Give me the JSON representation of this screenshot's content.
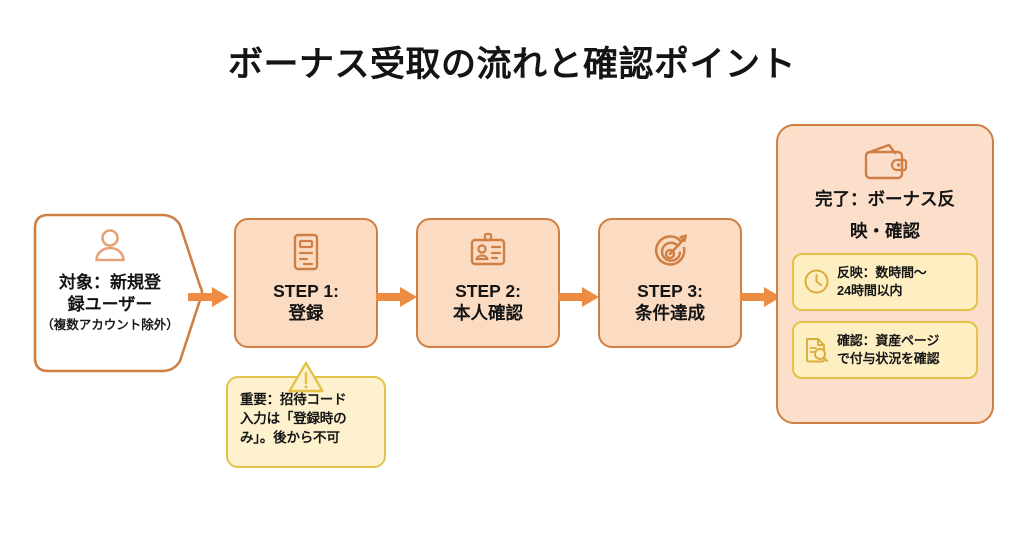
{
  "title": "ボーナス受取の流れと確認ポイント",
  "colors": {
    "peach_fill": "#fbdcc3",
    "peach_fill_light": "#fbdfcb",
    "orange_border": "#cf7f44",
    "arrow_orange": "#ed8c43",
    "yellow_fill": "#fdefc2",
    "yellow_border": "#e4c24a",
    "text": "#141414",
    "background": "#ffffff"
  },
  "start_node": {
    "icon": "person-icon",
    "label": "対象：新規登",
    "label_line2": "録ユーザー",
    "sublabel": "（複数アカウント除外）"
  },
  "steps": [
    {
      "icon": "document-icon",
      "label_line1": "STEP 1:",
      "label_line2": "登録"
    },
    {
      "icon": "id-card-icon",
      "label_line1": "STEP 2:",
      "label_line2": "本人確認"
    },
    {
      "icon": "target-icon",
      "label_line1": "STEP 3:",
      "label_line2": "条件達成"
    }
  ],
  "warning": {
    "icon": "warning-triangle-icon",
    "line1": "重要：招待コード",
    "line2": "入力は「登録時の",
    "line3": "み」。後から不可"
  },
  "result": {
    "icon": "wallet-icon",
    "label_line1": "完了：ボーナス反",
    "label_line2": "映・確認",
    "cards": [
      {
        "icon": "clock-icon",
        "line1": "反映：数時間～",
        "line2": "24時間以内"
      },
      {
        "icon": "document-search-icon",
        "line1": "確認：資産ページ",
        "line2": "で付与状況を確認"
      }
    ]
  },
  "arrows": [
    {
      "name": "arrow-start-to-step1"
    },
    {
      "name": "arrow-step1-to-step2"
    },
    {
      "name": "arrow-step2-to-step3"
    },
    {
      "name": "arrow-step3-to-result"
    }
  ]
}
